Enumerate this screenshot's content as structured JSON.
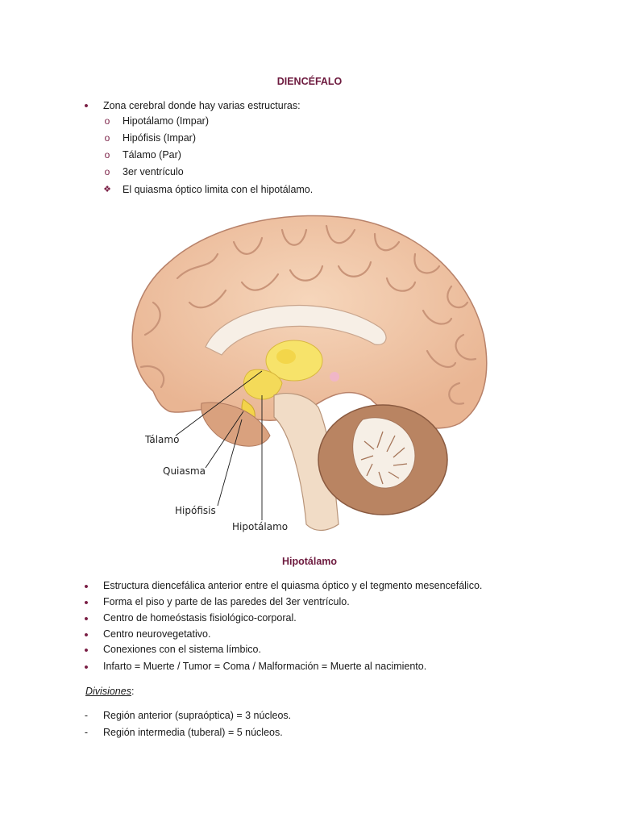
{
  "title": "DIENCÉFALO",
  "intro": {
    "main": "Zona cerebral donde hay varias estructuras:",
    "items": [
      "Hipotálamo (Impar)",
      "Hipófisis (Impar)",
      "Tálamo (Par)",
      "3er ventrículo"
    ],
    "note": "El quiasma óptico limita con el hipotálamo."
  },
  "figure": {
    "labels": [
      "Tálamo",
      "Quiasma",
      "Hipófisis",
      "Hipotálamo"
    ]
  },
  "section2": {
    "title": "Hipotálamo",
    "bullets": [
      "Estructura diencefálica anterior entre el quiasma óptico y el tegmento mesencefálico.",
      "Forma el piso y parte de las paredes del 3er ventrículo.",
      "Centro de homeóstasis fisiológico-corporal.",
      "Centro neurovegetativo.",
      "Conexiones con el sistema límbico.",
      "Infarto = Muerte / Tumor = Coma / Malformación = Muerte al nacimiento."
    ],
    "divisiones_label": "Divisiones",
    "divisiones_colon": ":",
    "divisiones": [
      "Región anterior (supraóptica) = 3 núcleos.",
      "Región intermedia (tuberal) = 5 núcleos."
    ]
  },
  "colors": {
    "heading": "#6d1a3e",
    "bullet": "#7a1f45",
    "brain": "#f2c9a9",
    "thalamus": "#f7e36a"
  }
}
